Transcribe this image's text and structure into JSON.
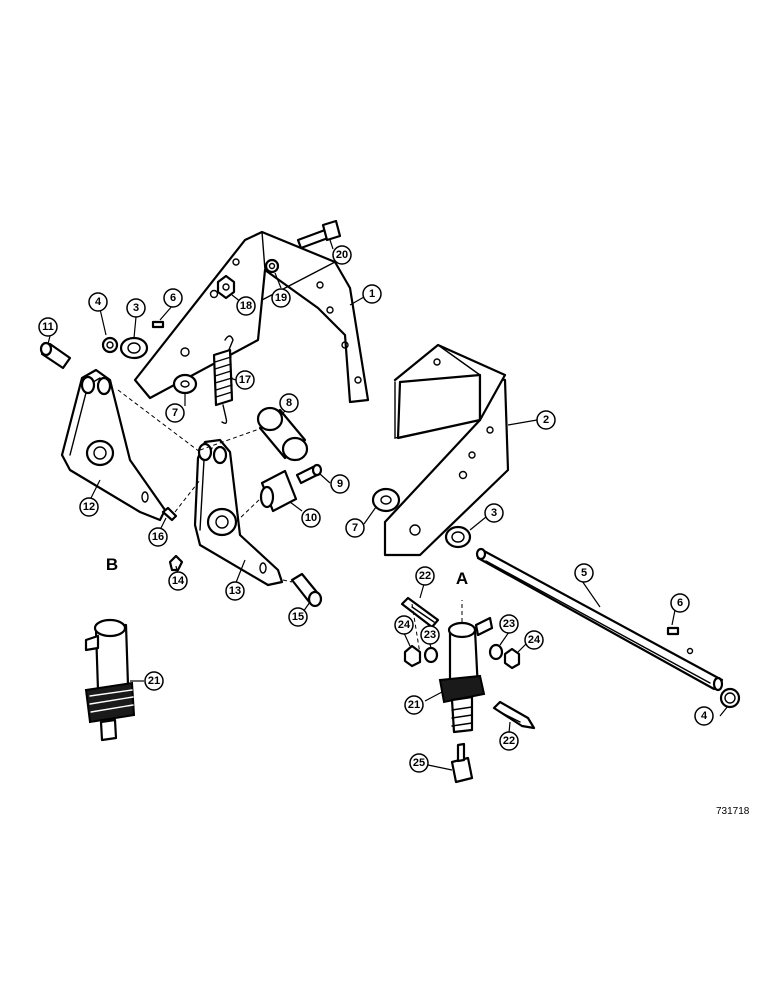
{
  "figure_number": "731718",
  "view_labels": {
    "a": "A",
    "b": "B"
  },
  "callouts": [
    {
      "id": "c1",
      "text": "1"
    },
    {
      "id": "c2",
      "text": "2"
    },
    {
      "id": "c3a",
      "text": "3"
    },
    {
      "id": "c3b",
      "text": "3"
    },
    {
      "id": "c4a",
      "text": "4"
    },
    {
      "id": "c4b",
      "text": "4"
    },
    {
      "id": "c5",
      "text": "5"
    },
    {
      "id": "c6a",
      "text": "6"
    },
    {
      "id": "c6b",
      "text": "6"
    },
    {
      "id": "c7a",
      "text": "7"
    },
    {
      "id": "c7b",
      "text": "7"
    },
    {
      "id": "c8",
      "text": "8"
    },
    {
      "id": "c9",
      "text": "9"
    },
    {
      "id": "c10",
      "text": "10"
    },
    {
      "id": "c11",
      "text": "11"
    },
    {
      "id": "c12",
      "text": "12"
    },
    {
      "id": "c13",
      "text": "13"
    },
    {
      "id": "c14",
      "text": "14"
    },
    {
      "id": "c15",
      "text": "15"
    },
    {
      "id": "c16",
      "text": "16"
    },
    {
      "id": "c17",
      "text": "17"
    },
    {
      "id": "c18",
      "text": "18"
    },
    {
      "id": "c19",
      "text": "19"
    },
    {
      "id": "c20",
      "text": "20"
    },
    {
      "id": "c21a",
      "text": "21"
    },
    {
      "id": "c21b",
      "text": "21"
    },
    {
      "id": "c22a",
      "text": "22"
    },
    {
      "id": "c22b",
      "text": "22"
    },
    {
      "id": "c23a",
      "text": "23"
    },
    {
      "id": "c23b",
      "text": "23"
    },
    {
      "id": "c24a",
      "text": "24"
    },
    {
      "id": "c24b",
      "text": "24"
    },
    {
      "id": "c25",
      "text": "25"
    }
  ]
}
